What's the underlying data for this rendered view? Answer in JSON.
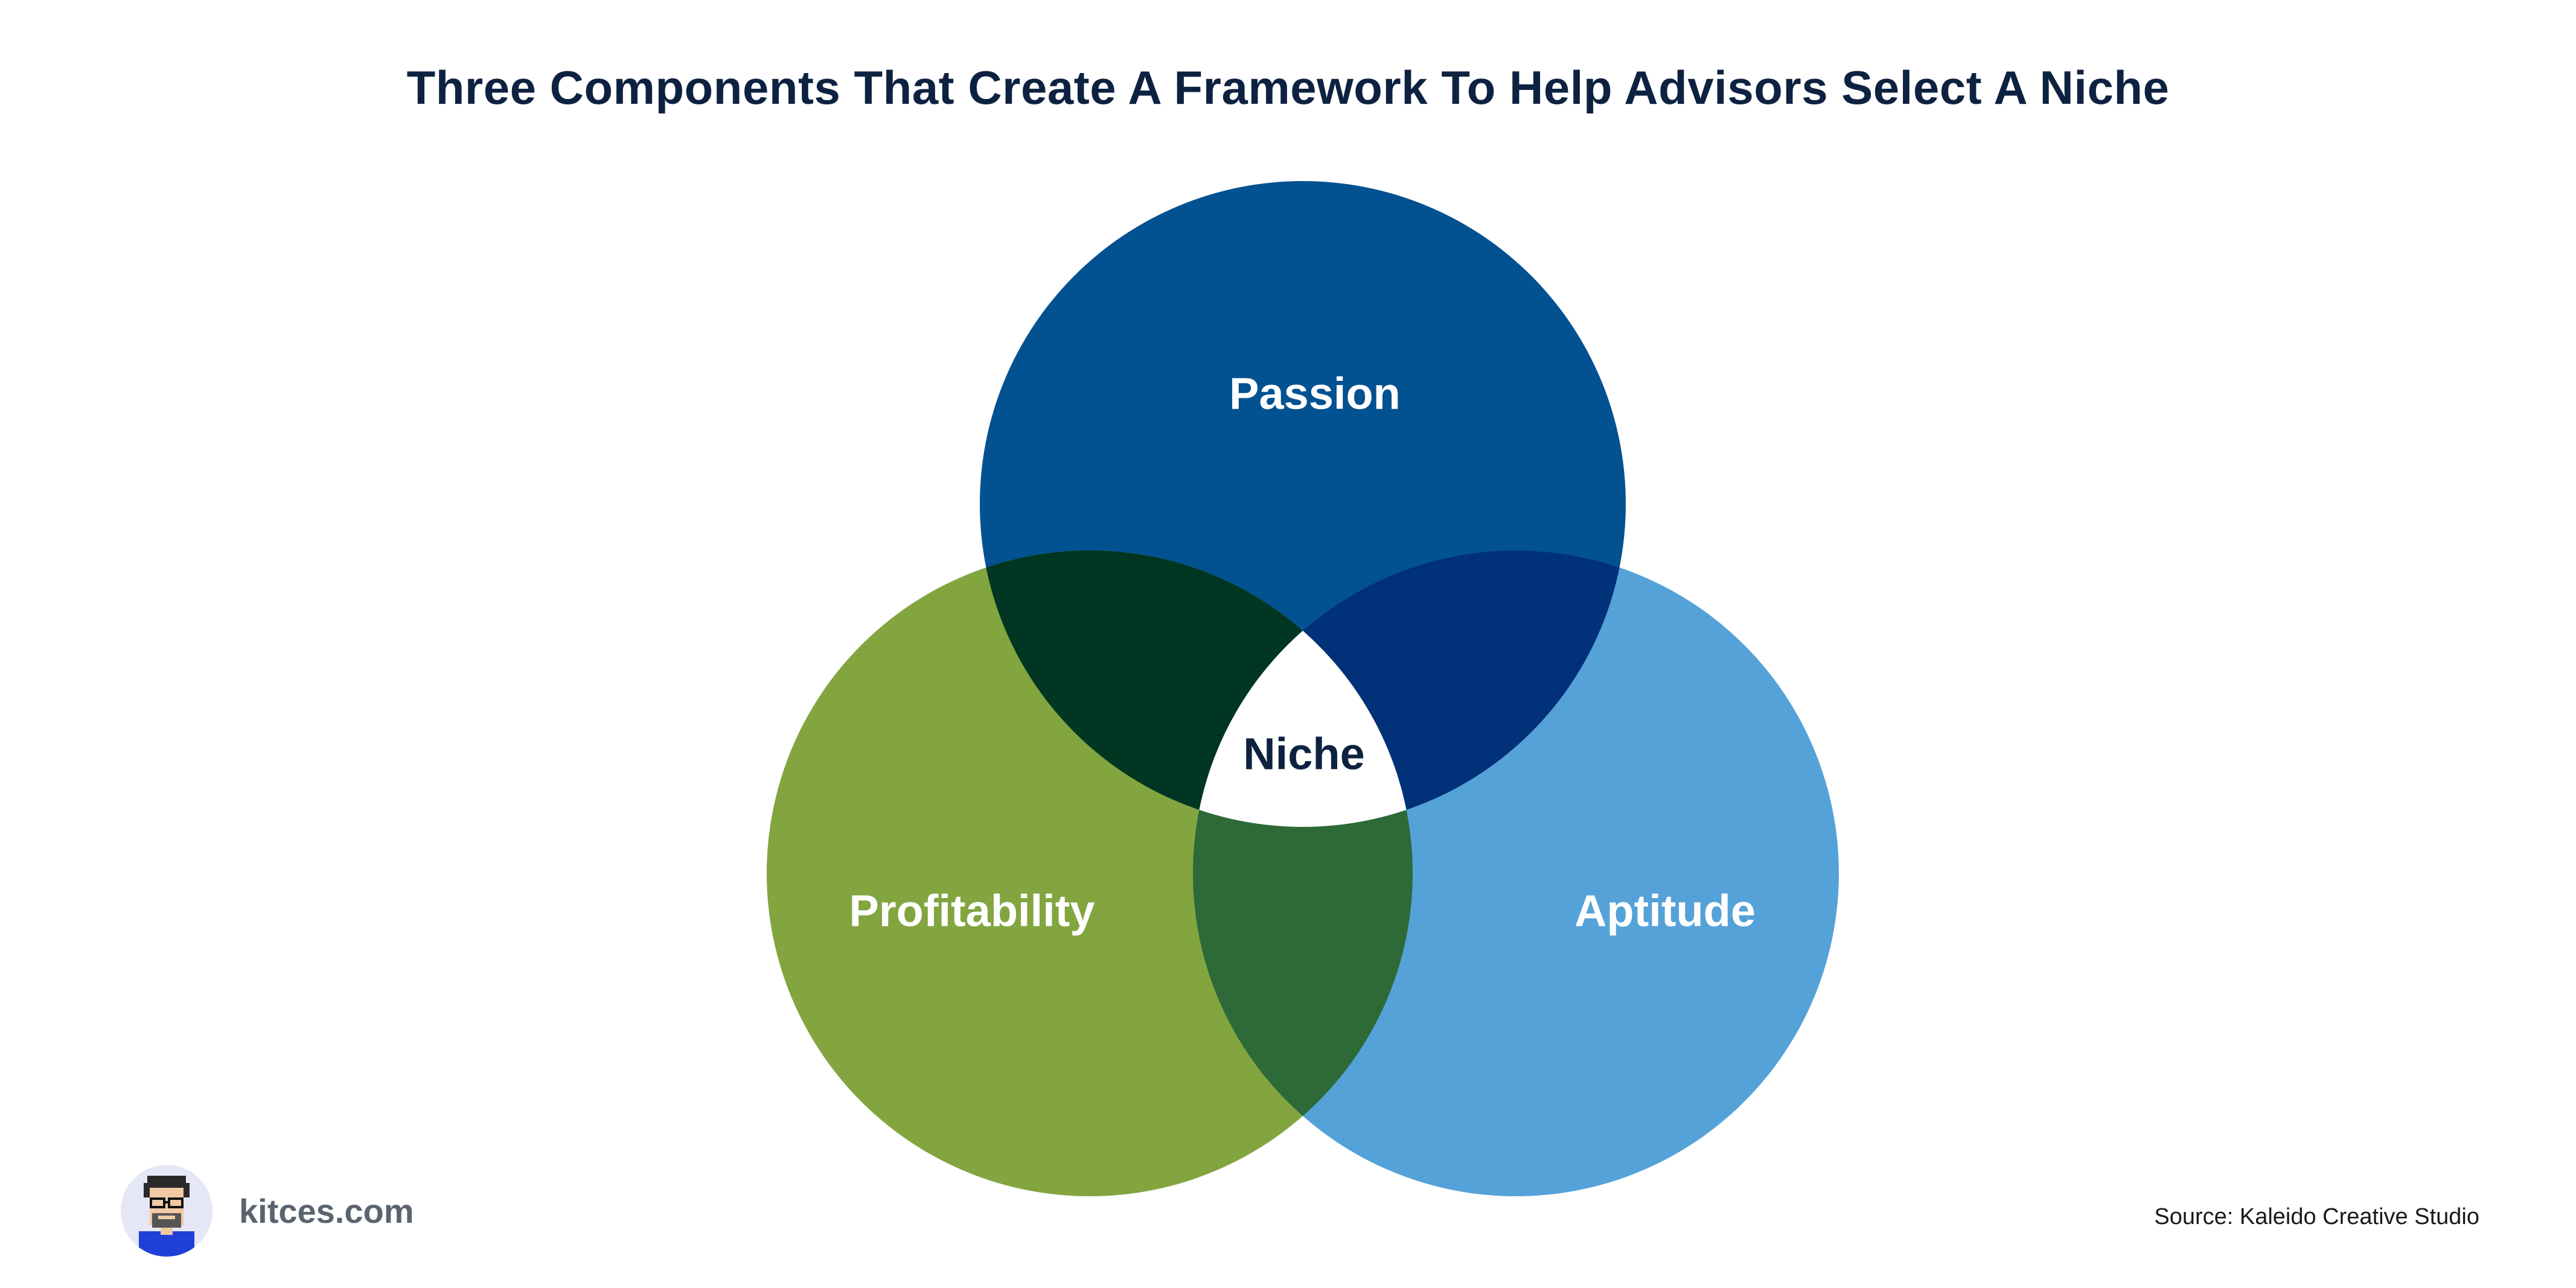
{
  "title": "Three Components That Create A Framework To Help Advisors Select A Niche",
  "circles": [
    {
      "label": "Passion",
      "color": "#025191"
    },
    {
      "label": "Profitability",
      "color": "#82a540"
    },
    {
      "label": "Aptitude",
      "color": "#55a2d9"
    }
  ],
  "intersections": {
    "passion_profitability_color": "#003622",
    "passion_aptitude_color": "#003179",
    "profitability_aptitude_color": "#2d6a37",
    "center_label": "Niche",
    "center_color": "#ffffff"
  },
  "brand": {
    "text": "kitces.com",
    "avatar_icon": "pixel-avatar-icon"
  },
  "source": "Source: Kaleido Creative Studio"
}
